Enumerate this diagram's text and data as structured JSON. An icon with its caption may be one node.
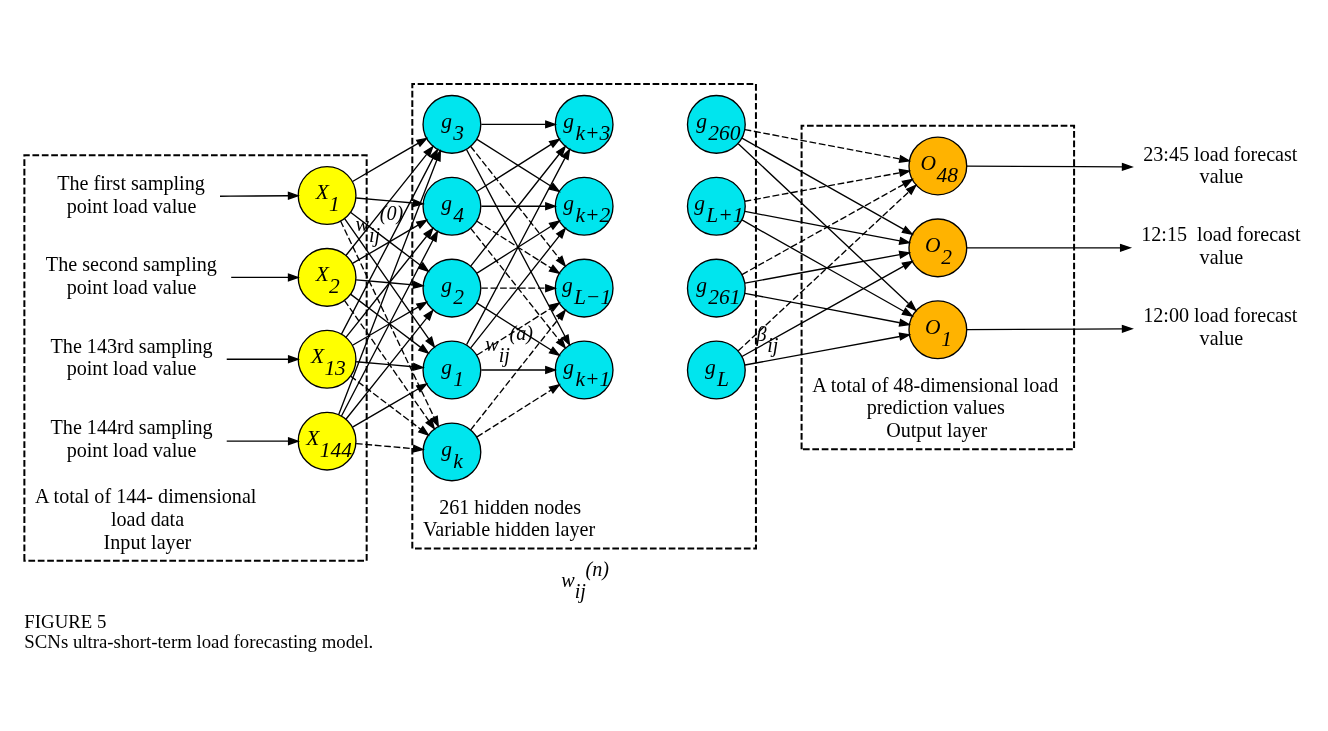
{
  "diagram": {
    "title": "FIGURE 5",
    "caption": "SCNs ultra-short-term load forecasting model.",
    "nodes": [
      {
        "text": [
          "A total of 144- dimensional load data",
          "Input layer"
        ]
      },
      {
        "text": [
          "The first sampling point load value"
        ],
        "in": 0
      },
      {
        "text": [
          "The second sampling point load value"
        ],
        "in": 0
      },
      {
        "text": [
          "The 143rd sampling point load value"
        ],
        "in": 0
      },
      {
        "text": [
          "The 144rd sampling point load value"
        ],
        "in": 0
      },
      {
        "text": [
          "X$_{1}$"
        ],
        "in": 0
      },
      {
        "text": [
          "X$_{2}$"
        ],
        "in": 0
      },
      {
        "text": [
          "X$_{13}$"
        ],
        "in": 0
      },
      {
        "text": [
          "X$_{144}$"
        ],
        "in": 0
      },
      {
        "text": [
          "261 hidden nodes",
          "Variable hidden layer"
        ]
      },
      {
        "text": [
          "g$_{1}$"
        ],
        "in": 9
      },
      {
        "text": [
          "g$_{2}$"
        ],
        "in": 9
      },
      {
        "text": [
          "g$_{3}$"
        ],
        "in": 9
      },
      {
        "text": [
          "g$_{4}$"
        ],
        "in": 9
      },
      {
        "text": [
          "g$_{k}$"
        ],
        "in": 9
      },
      {
        "text": [
          "g$_{k+1}$"
        ],
        "in": 9
      },
      {
        "text": [
          "g$_{k+2}$"
        ],
        "in": 9
      },
      {
        "text": [
          "g$_{k+3}$"
        ],
        "in": 9
      },
      {
        "text": [
          "g$_{L−1}$"
        ],
        "in": 9
      },
      {
        "text": [
          "g$_{L}$"
        ],
        "in": 9
      },
      {
        "text": [
          "g$_{L+1}$"
        ],
        "in": 9
      },
      {
        "text": [
          "g$_{260}$"
        ],
        "in": 9
      },
      {
        "text": [
          "g$_{261}$"
        ],
        "in": 9
      },
      {
        "text": [
          "A total of 48-dimensional load prediction values",
          "Output layer"
        ]
      },
      {
        "text": [
          "O$_{1}$"
        ],
        "in": 23
      },
      {
        "text": [
          "O$_{2}$"
        ],
        "in": 23
      },
      {
        "text": [
          "O$_{48}$"
        ],
        "in": 23
      },
      {
        "text": [
          "12:00 load forecast value"
        ]
      },
      {
        "text": [
          "12:15  load forecast value"
        ]
      },
      {
        "text": [
          "23:45 load forecast value"
        ]
      }
    ],
    "edges": [
      {
        "from": 1,
        "to": 5,
        "arrow": "to"
      },
      {
        "from": 2,
        "to": 6,
        "arrow": "to"
      },
      {
        "from": 3,
        "to": 7,
        "arrow": "to"
      },
      {
        "from": 4,
        "to": 8,
        "arrow": "to"
      },
      {
        "from": 5,
        "to": 10,
        "arrow": "to",
        "label": "w$_{ij}$$^{(0)}$"
      },
      {
        "from": 5,
        "to": 11,
        "arrow": "to"
      },
      {
        "from": 5,
        "to": 12,
        "arrow": "to"
      },
      {
        "from": 5,
        "to": 13,
        "arrow": "to"
      },
      {
        "from": 5,
        "to": 14,
        "arrow": "to",
        "style": "dashed"
      },
      {
        "from": 6,
        "to": 10,
        "arrow": "to"
      },
      {
        "from": 6,
        "to": 11,
        "arrow": "to"
      },
      {
        "from": 6,
        "to": 12,
        "arrow": "to"
      },
      {
        "from": 6,
        "to": 13,
        "arrow": "to"
      },
      {
        "from": 6,
        "to": 14,
        "arrow": "to",
        "style": "dashed"
      },
      {
        "from": 7,
        "to": 10,
        "arrow": "to"
      },
      {
        "from": 7,
        "to": 11,
        "arrow": "to"
      },
      {
        "from": 7,
        "to": 12,
        "arrow": "to"
      },
      {
        "from": 7,
        "to": 13,
        "arrow": "to"
      },
      {
        "from": 7,
        "to": 14,
        "arrow": "to",
        "style": "dashed"
      },
      {
        "from": 8,
        "to": 10,
        "arrow": "to"
      },
      {
        "from": 8,
        "to": 11,
        "arrow": "to"
      },
      {
        "from": 8,
        "to": 12,
        "arrow": "to"
      },
      {
        "from": 8,
        "to": 13,
        "arrow": "to"
      },
      {
        "from": 8,
        "to": 14,
        "arrow": "to",
        "style": "dashed"
      },
      {
        "from": 10,
        "to": 15,
        "arrow": "to",
        "label": "w$_{ij}$$^{(a)}$"
      },
      {
        "from": 10,
        "to": 16,
        "arrow": "to"
      },
      {
        "from": 10,
        "to": 17,
        "arrow": "to"
      },
      {
        "from": 10,
        "to": 18,
        "arrow": "to",
        "style": "dashed"
      },
      {
        "from": 11,
        "to": 15,
        "arrow": "to"
      },
      {
        "from": 11,
        "to": 16,
        "arrow": "to"
      },
      {
        "from": 11,
        "to": 17,
        "arrow": "to"
      },
      {
        "from": 11,
        "to": 18,
        "arrow": "to",
        "style": "dashed"
      },
      {
        "from": 12,
        "to": 15,
        "arrow": "to"
      },
      {
        "from": 12,
        "to": 16,
        "arrow": "to"
      },
      {
        "from": 12,
        "to": 17,
        "arrow": "to"
      },
      {
        "from": 12,
        "to": 18,
        "arrow": "to",
        "style": "dashed"
      },
      {
        "from": 13,
        "to": 15,
        "arrow": "to",
        "style": "dashed"
      },
      {
        "from": 13,
        "to": 16,
        "arrow": "to"
      },
      {
        "from": 13,
        "to": 17,
        "arrow": "to"
      },
      {
        "from": 13,
        "to": 18,
        "arrow": "to",
        "style": "dashed"
      },
      {
        "from": 14,
        "to": 15,
        "arrow": "to",
        "style": "dashed"
      },
      {
        "from": 14,
        "to": 18,
        "arrow": "to",
        "style": "dashed"
      },
      {
        "from": 19,
        "to": 24,
        "arrow": "to",
        "label": "β$_{ij}$"
      },
      {
        "from": 19,
        "to": 25,
        "arrow": "to"
      },
      {
        "from": 19,
        "to": 26,
        "arrow": "to",
        "style": "dashed"
      },
      {
        "from": 20,
        "to": 24,
        "arrow": "to"
      },
      {
        "from": 20,
        "to": 25,
        "arrow": "to"
      },
      {
        "from": 20,
        "to": 26,
        "arrow": "to",
        "style": "dashed"
      },
      {
        "from": 21,
        "to": 24,
        "arrow": "to"
      },
      {
        "from": 21,
        "to": 25,
        "arrow": "to"
      },
      {
        "from": 21,
        "to": 26,
        "arrow": "to",
        "style": "dashed"
      },
      {
        "from": 22,
        "to": 24,
        "arrow": "to"
      },
      {
        "from": 22,
        "to": 25,
        "arrow": "to"
      },
      {
        "from": 22,
        "to": 26,
        "arrow": "to",
        "style": "dashed"
      },
      {
        "from": 24,
        "to": 27,
        "arrow": "to"
      },
      {
        "from": 25,
        "to": 28,
        "arrow": "to"
      },
      {
        "from": 26,
        "to": 29,
        "arrow": "to"
      }
    ],
    "labels": [
      "w$_{ij}$$^{(n)}$"
    ]
  }
}
